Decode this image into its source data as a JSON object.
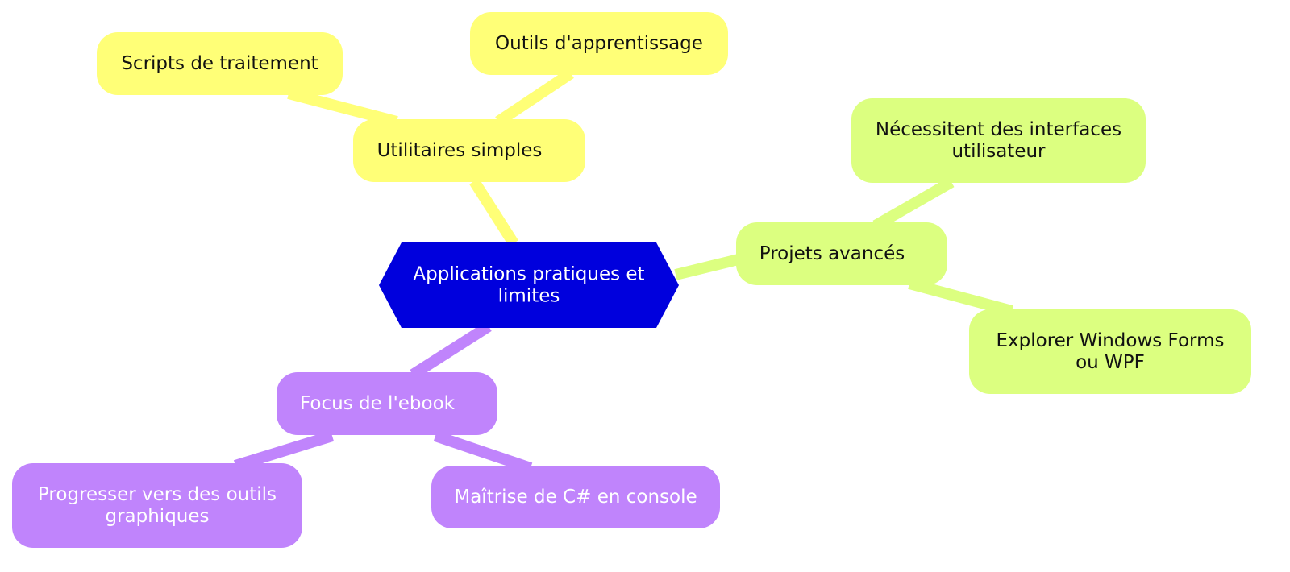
{
  "mindmap": {
    "root": {
      "lines": [
        "Applications pratiques et",
        "limites"
      ],
      "color": "#0000dd",
      "text_color": "#ffffff"
    },
    "branches": [
      {
        "id": "utilitaires",
        "label": "Utilitaires simples",
        "color": "#ffff77",
        "text_color": "#111111",
        "children": [
          {
            "id": "scripts",
            "lines": [
              "Scripts de traitement"
            ]
          },
          {
            "id": "outils",
            "lines": [
              "Outils d'apprentissage"
            ]
          }
        ]
      },
      {
        "id": "projets",
        "label": "Projets avancés",
        "color": "#dcff80",
        "text_color": "#111111",
        "children": [
          {
            "id": "interfaces",
            "lines": [
              "Nécessitent des interfaces",
              "utilisateur"
            ]
          },
          {
            "id": "windows",
            "lines": [
              "Explorer Windows Forms",
              "ou WPF"
            ]
          }
        ]
      },
      {
        "id": "focus",
        "label": "Focus de l'ebook",
        "color": "#c084fc",
        "text_color": "#ffffff",
        "children": [
          {
            "id": "progresser",
            "lines": [
              "Progresser vers des outils",
              "graphiques"
            ]
          },
          {
            "id": "maitrise",
            "lines": [
              "Maîtrise de C# en console"
            ]
          }
        ]
      }
    ]
  }
}
